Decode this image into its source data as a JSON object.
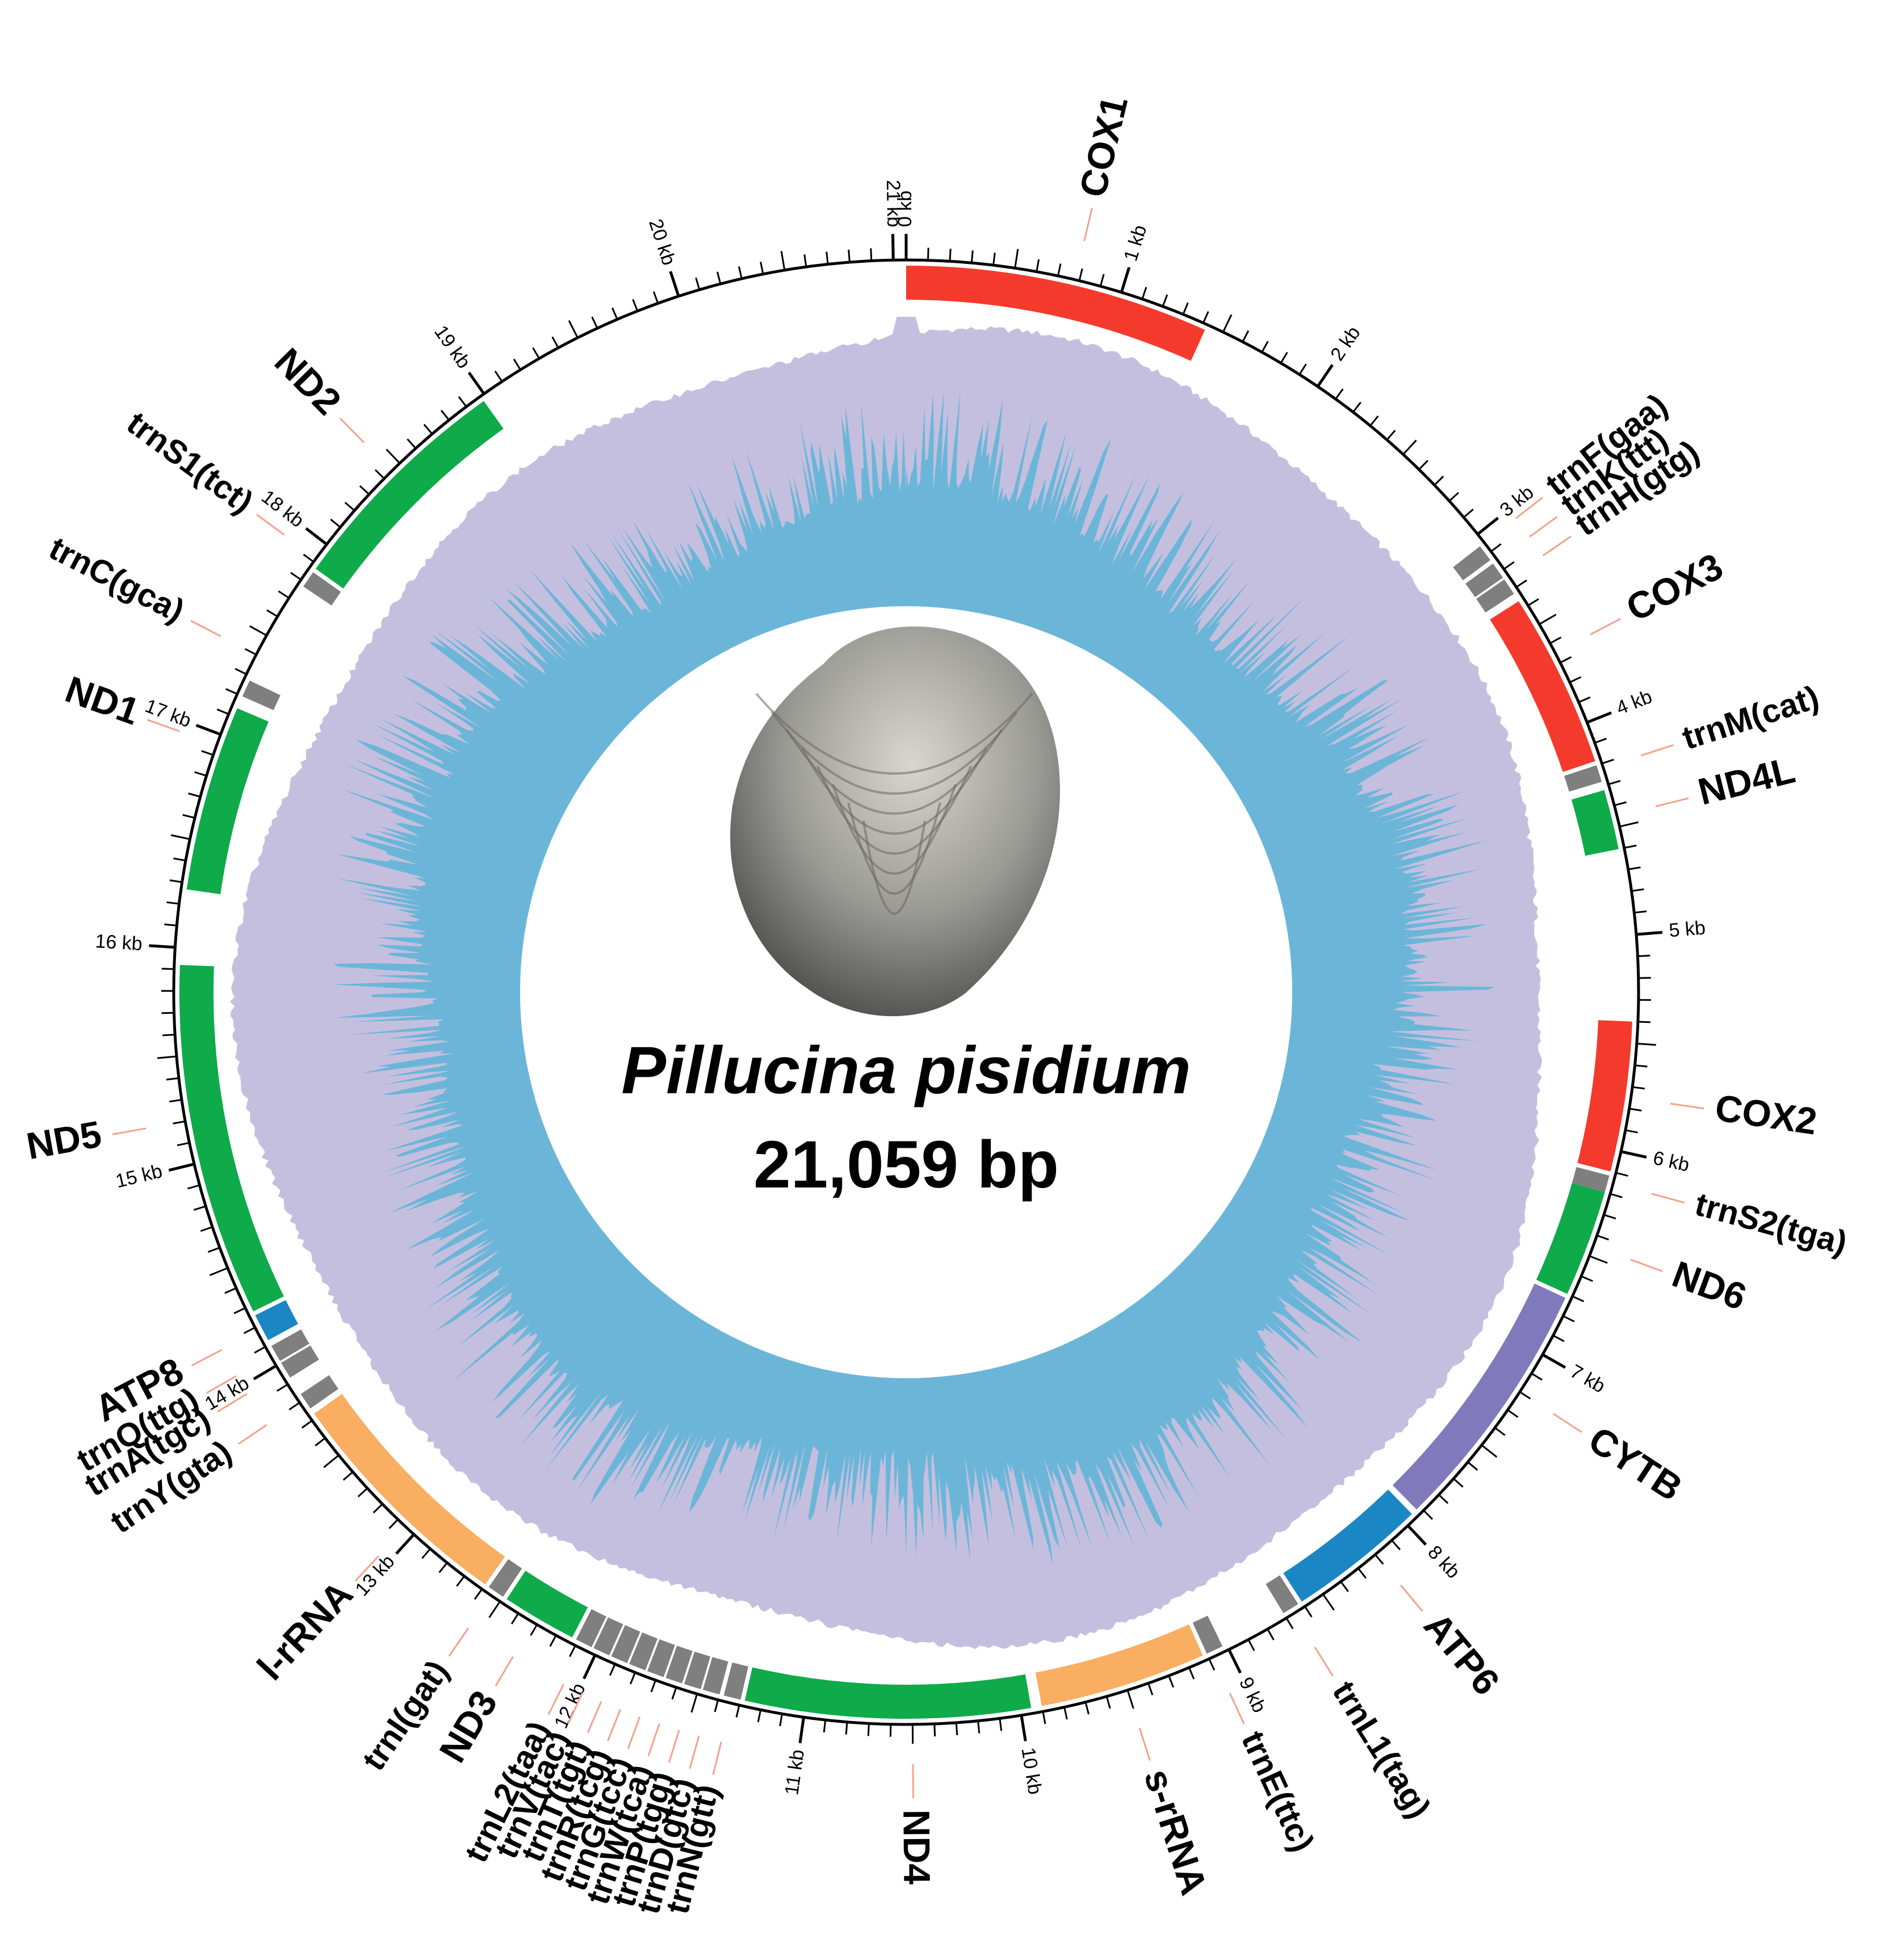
{
  "title": {
    "species": "Pillucina pisidium",
    "genome_size": "21,059 bp"
  },
  "genome_length_kb": 21.059,
  "colors": {
    "cox": "#f43a2c",
    "nd": "#0faa4a",
    "cytb": "#8079bb",
    "atp": "#1a87c4",
    "rrna": "#f9ae62",
    "trna": "#7f7f7f",
    "gc_skew": "#c5bfdf",
    "gc_content": "#6bb6d8",
    "leader": "#f4a28a",
    "shell_dark": "#4a4a48",
    "shell_light": "#d8d6d0"
  },
  "tick_labels": [
    {
      "kb": 0,
      "text": "0 kb"
    },
    {
      "kb": 1,
      "text": "1 kb"
    },
    {
      "kb": 2,
      "text": "2 kb"
    },
    {
      "kb": 3,
      "text": "3 kb"
    },
    {
      "kb": 4,
      "text": "4 kb"
    },
    {
      "kb": 5,
      "text": "5 kb"
    },
    {
      "kb": 6,
      "text": "6 kb"
    },
    {
      "kb": 7,
      "text": "7 kb"
    },
    {
      "kb": 8,
      "text": "8 kb"
    },
    {
      "kb": 9,
      "text": "9 kb"
    },
    {
      "kb": 10,
      "text": "10 kb"
    },
    {
      "kb": 11,
      "text": "11 kb"
    },
    {
      "kb": 12,
      "text": "12 kb"
    },
    {
      "kb": 13,
      "text": "13 kb"
    },
    {
      "kb": 14,
      "text": "14 kb"
    },
    {
      "kb": 15,
      "text": "15 kb"
    },
    {
      "kb": 16,
      "text": "16 kb"
    },
    {
      "kb": 17,
      "text": "17 kb"
    },
    {
      "kb": 18,
      "text": "18 kb"
    },
    {
      "kb": 19,
      "text": "19 kb"
    },
    {
      "kb": 20,
      "text": "20 kb"
    },
    {
      "kb": 21,
      "text": "21 kb"
    }
  ],
  "genes": [
    {
      "name": "COX1",
      "start_kb": 0.0,
      "end_kb": 1.42,
      "type": "cox",
      "label_kb": 0.78
    },
    {
      "name": "trnF(gaa)",
      "start_kb": 3.05,
      "end_kb": 3.13,
      "type": "trna",
      "label_kb": 3.05
    },
    {
      "name": "trnK(ttt)",
      "start_kb": 3.15,
      "end_kb": 3.23,
      "type": "trna",
      "label_kb": 3.15
    },
    {
      "name": "trnH(gtg)",
      "start_kb": 3.24,
      "end_kb": 3.32,
      "type": "trna",
      "label_kb": 3.25
    },
    {
      "name": "COX3",
      "start_kb": 3.36,
      "end_kb": 4.18,
      "type": "cox",
      "label_kb": 3.65
    },
    {
      "name": "trnM(cat)",
      "start_kb": 4.2,
      "end_kb": 4.28,
      "type": "trna",
      "label_kb": 4.22
    },
    {
      "name": "ND4L",
      "start_kb": 4.32,
      "end_kb": 4.6,
      "type": "nd",
      "label_kb": 4.45
    },
    {
      "name": "COX2",
      "start_kb": 5.4,
      "end_kb": 6.1,
      "type": "cox",
      "label_kb": 5.75
    },
    {
      "name": "trnS2(tga)",
      "start_kb": 6.12,
      "end_kb": 6.2,
      "type": "trna",
      "label_kb": 6.15
    },
    {
      "name": "ND6",
      "start_kb": 6.2,
      "end_kb": 6.7,
      "type": "nd",
      "label_kb": 6.45
    },
    {
      "name": "CYTB",
      "start_kb": 6.72,
      "end_kb": 7.92,
      "type": "cytb",
      "label_kb": 7.2
    },
    {
      "name": "ATP6",
      "start_kb": 7.95,
      "end_kb": 8.6,
      "type": "atp",
      "label_kb": 8.2
    },
    {
      "name": "trnL1(tag)",
      "start_kb": 8.62,
      "end_kb": 8.7,
      "type": "trna",
      "label_kb": 8.66
    },
    {
      "name": "trnE(ttc)",
      "start_kb": 9.02,
      "end_kb": 9.1,
      "type": "trna",
      "label_kb": 9.08
    },
    {
      "name": "s-rRNA",
      "start_kb": 9.12,
      "end_kb": 9.9,
      "type": "rrna",
      "label_kb": 9.5
    },
    {
      "name": "ND4",
      "start_kb": 9.95,
      "end_kb": 11.28,
      "type": "nd",
      "label_kb": 10.5
    },
    {
      "name": "trnN(gtt)",
      "start_kb": 11.3,
      "end_kb": 11.38,
      "type": "trna",
      "label_kb": 11.34
    },
    {
      "name": "trnD(gtc)",
      "start_kb": 11.4,
      "end_kb": 11.48,
      "type": "trna",
      "label_kb": 11.44
    },
    {
      "name": "trnP(tgg)",
      "start_kb": 11.49,
      "end_kb": 11.57,
      "type": "trna",
      "label_kb": 11.53
    },
    {
      "name": "trnW(tca)",
      "start_kb": 11.58,
      "end_kb": 11.66,
      "type": "trna",
      "label_kb": 11.62
    },
    {
      "name": "trnG(tcc)",
      "start_kb": 11.67,
      "end_kb": 11.75,
      "type": "trna",
      "label_kb": 11.71
    },
    {
      "name": "trnR(tcg)",
      "start_kb": 11.76,
      "end_kb": 11.84,
      "type": "trna",
      "label_kb": 11.8
    },
    {
      "name": "trnT(tgt)",
      "start_kb": 11.85,
      "end_kb": 11.93,
      "type": "trna",
      "label_kb": 11.89
    },
    {
      "name": "trnV(tac)",
      "start_kb": 11.94,
      "end_kb": 12.02,
      "type": "trna",
      "label_kb": 11.98
    },
    {
      "name": "trnL2(taa)",
      "start_kb": 12.03,
      "end_kb": 12.11,
      "type": "trna",
      "label_kb": 12.07
    },
    {
      "name": "ND3",
      "start_kb": 12.13,
      "end_kb": 12.48,
      "type": "nd",
      "label_kb": 12.32
    },
    {
      "name": "trnI(gat)",
      "start_kb": 12.5,
      "end_kb": 12.58,
      "type": "trna",
      "label_kb": 12.55
    },
    {
      "name": "l-rRNA",
      "start_kb": 12.6,
      "end_kb": 13.72,
      "type": "rrna",
      "label_kb": 13.05
    },
    {
      "name": "trnY(gta)",
      "start_kb": 13.75,
      "end_kb": 13.83,
      "type": "trna",
      "label_kb": 13.8
    },
    {
      "name": "trnA(tgc)",
      "start_kb": 13.92,
      "end_kb": 14.0,
      "type": "trna",
      "label_kb": 13.96
    },
    {
      "name": "trnQ(ttg)",
      "start_kb": 14.01,
      "end_kb": 14.09,
      "type": "trna",
      "label_kb": 14.05
    },
    {
      "name": "ATP8",
      "start_kb": 14.12,
      "end_kb": 14.25,
      "type": "atp",
      "label_kb": 14.18
    },
    {
      "name": "ND5",
      "start_kb": 14.27,
      "end_kb": 15.92,
      "type": "nd",
      "label_kb": 15.2
    },
    {
      "name": "ND1",
      "start_kb": 16.27,
      "end_kb": 17.14,
      "type": "nd",
      "label_kb": 16.95
    },
    {
      "name": "trnC(gca)",
      "start_kb": 17.2,
      "end_kb": 17.28,
      "type": "trna",
      "label_kb": 17.4
    },
    {
      "name": "trnS1(tct)",
      "start_kb": 17.78,
      "end_kb": 17.86,
      "type": "trna",
      "label_kb": 17.92
    },
    {
      "name": "ND2",
      "start_kb": 17.88,
      "end_kb": 18.98,
      "type": "nd",
      "label_kb": 18.45
    }
  ]
}
